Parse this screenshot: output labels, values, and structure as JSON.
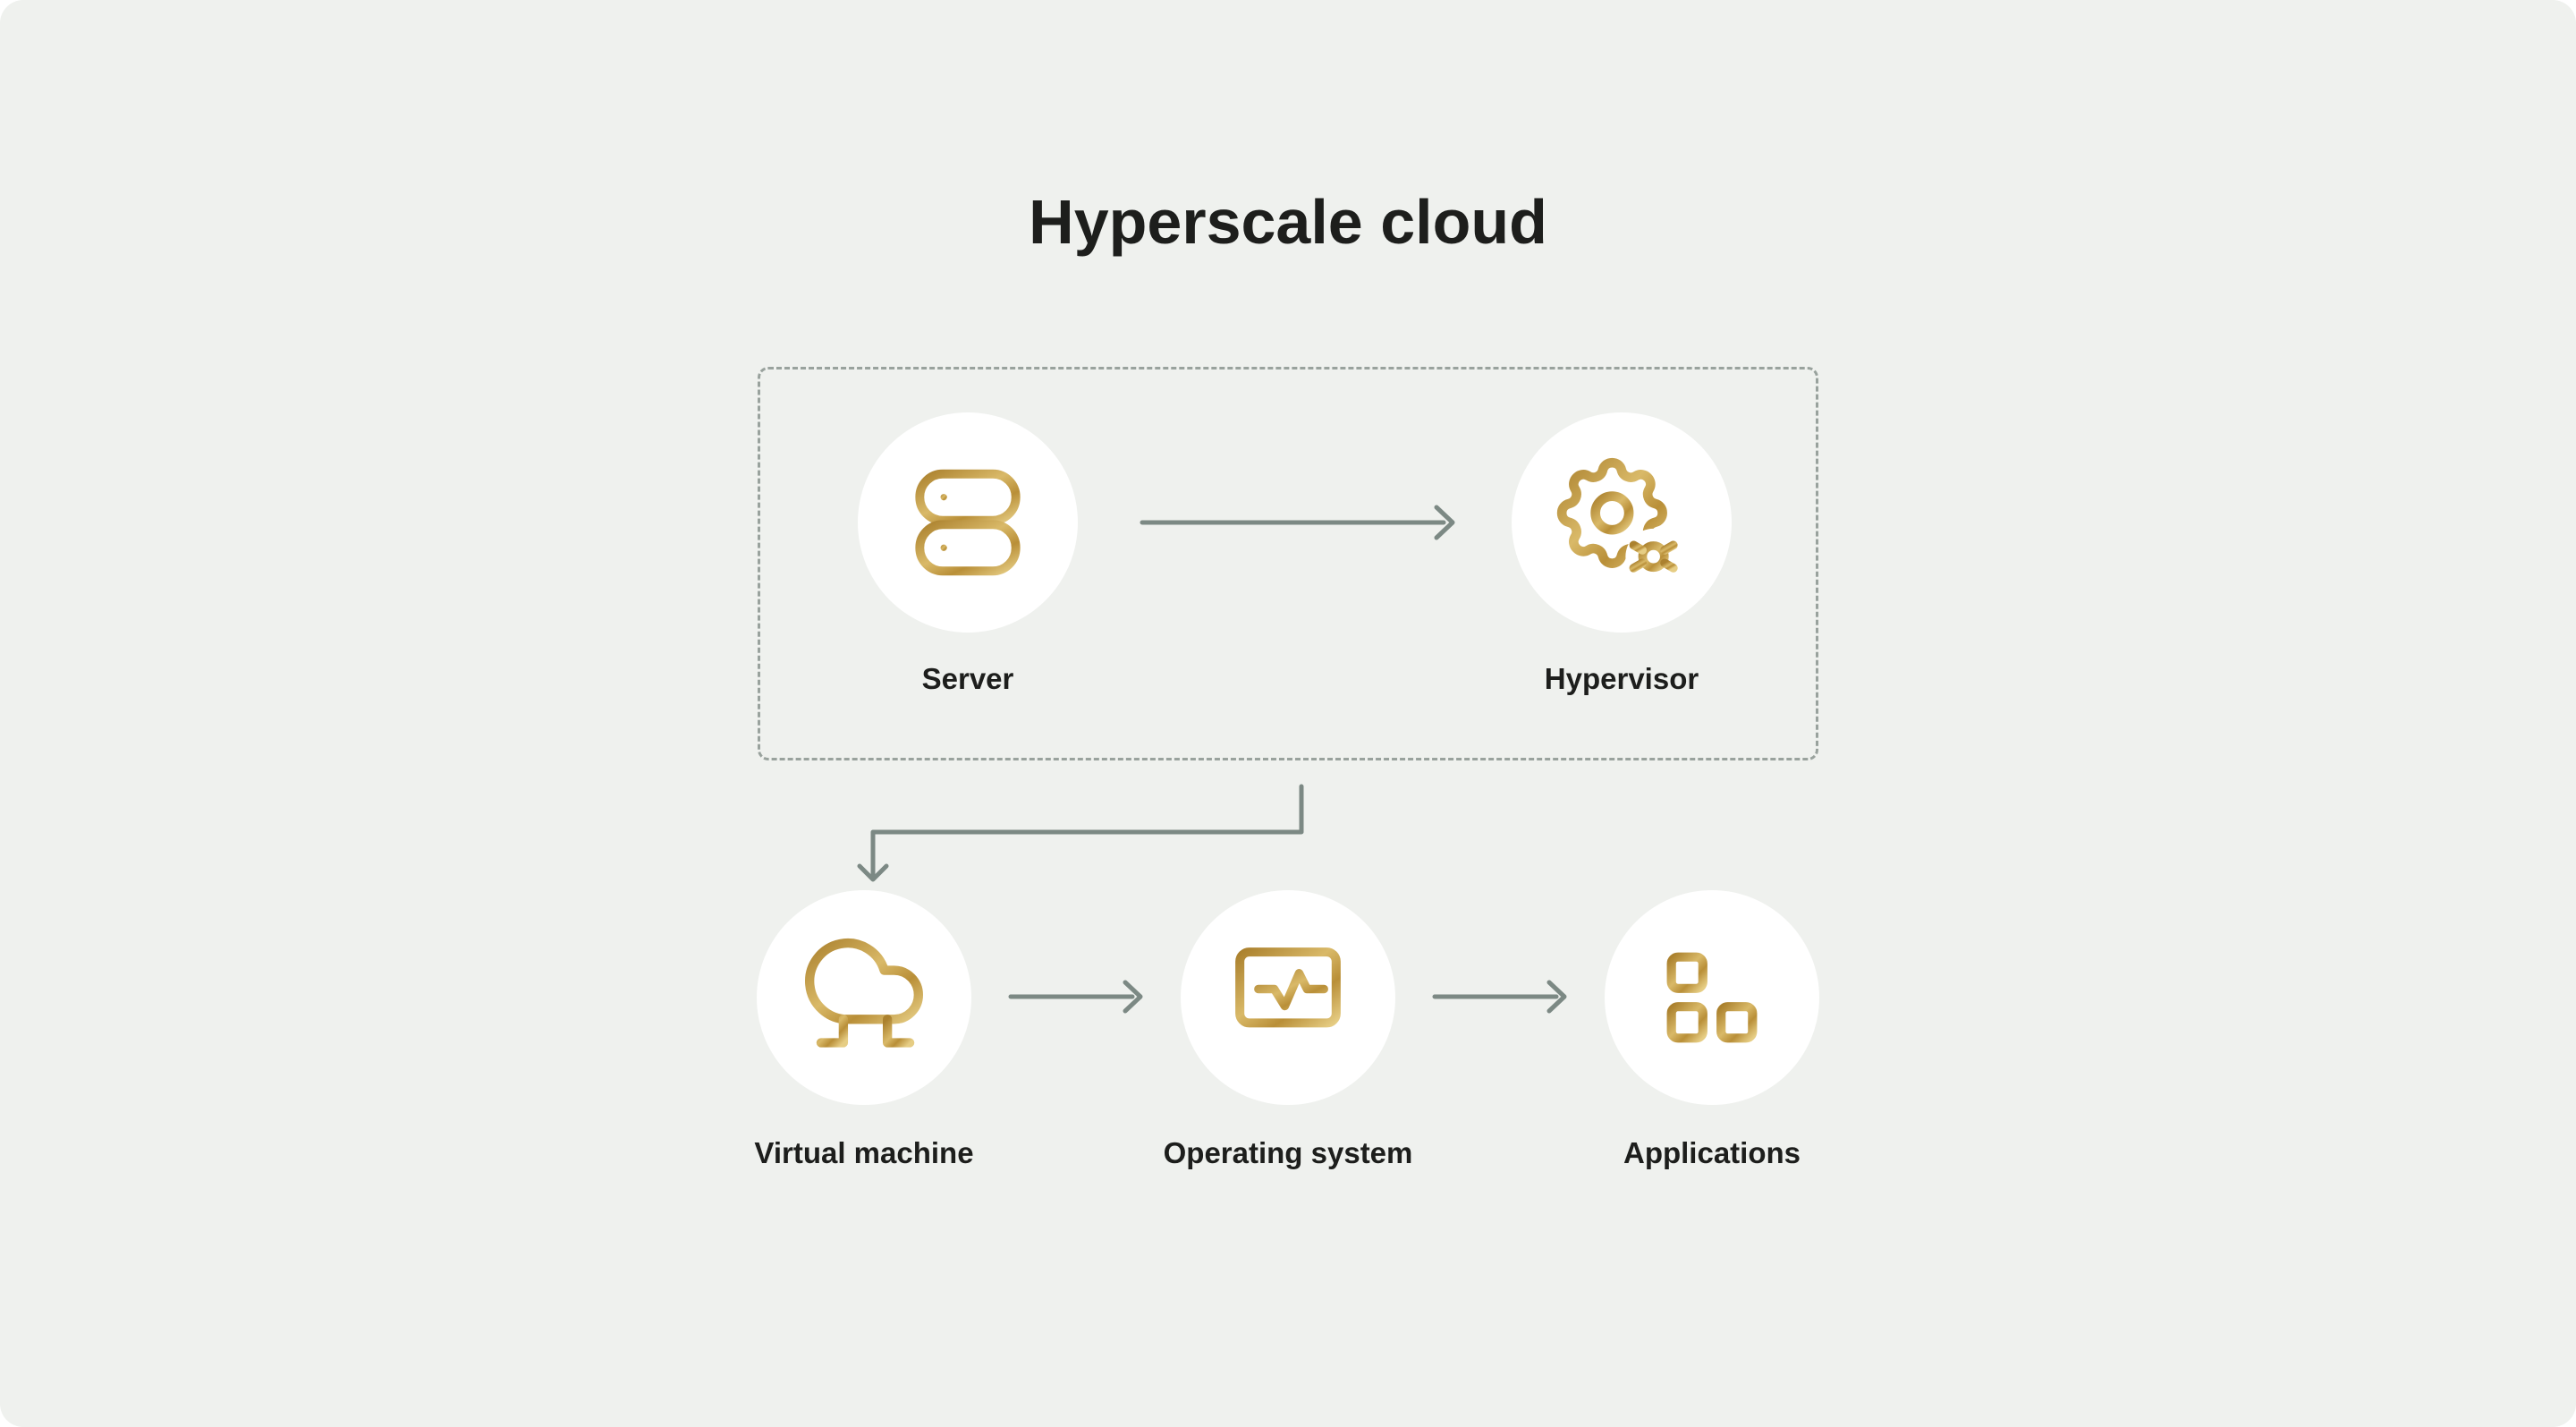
{
  "title": "Hyperscale cloud",
  "colors": {
    "canvas_bg": "#eff1ee",
    "page_bg": "#ffffff",
    "node_circle": "#ffffff",
    "icon_gold_dark": "#ab812e",
    "icon_gold_mid": "#c9a24a",
    "icon_gold_light": "#e6cd84",
    "arrow": "#7c8984",
    "dashed_border": "#99a29d",
    "text": "#1d1e1c"
  },
  "group": {
    "name": "server-hypervisor-group",
    "nodes": {
      "server": {
        "label": "Server",
        "icon": "server-icon"
      },
      "hypervisor": {
        "label": "Hypervisor",
        "icon": "gears-icon"
      }
    }
  },
  "nodes": {
    "virtual_machine": {
      "label": "Virtual machine",
      "icon": "cloud-vm-icon"
    },
    "operating_system": {
      "label": "Operating system",
      "icon": "monitor-pulse-icon"
    },
    "applications": {
      "label": "Applications",
      "icon": "app-grid-plus-icon"
    }
  },
  "edges": [
    {
      "from": "Server",
      "to": "Hypervisor"
    },
    {
      "from": "Server/Hypervisor group",
      "to": "Virtual machine"
    },
    {
      "from": "Virtual machine",
      "to": "Operating system"
    },
    {
      "from": "Operating system",
      "to": "Applications"
    }
  ]
}
